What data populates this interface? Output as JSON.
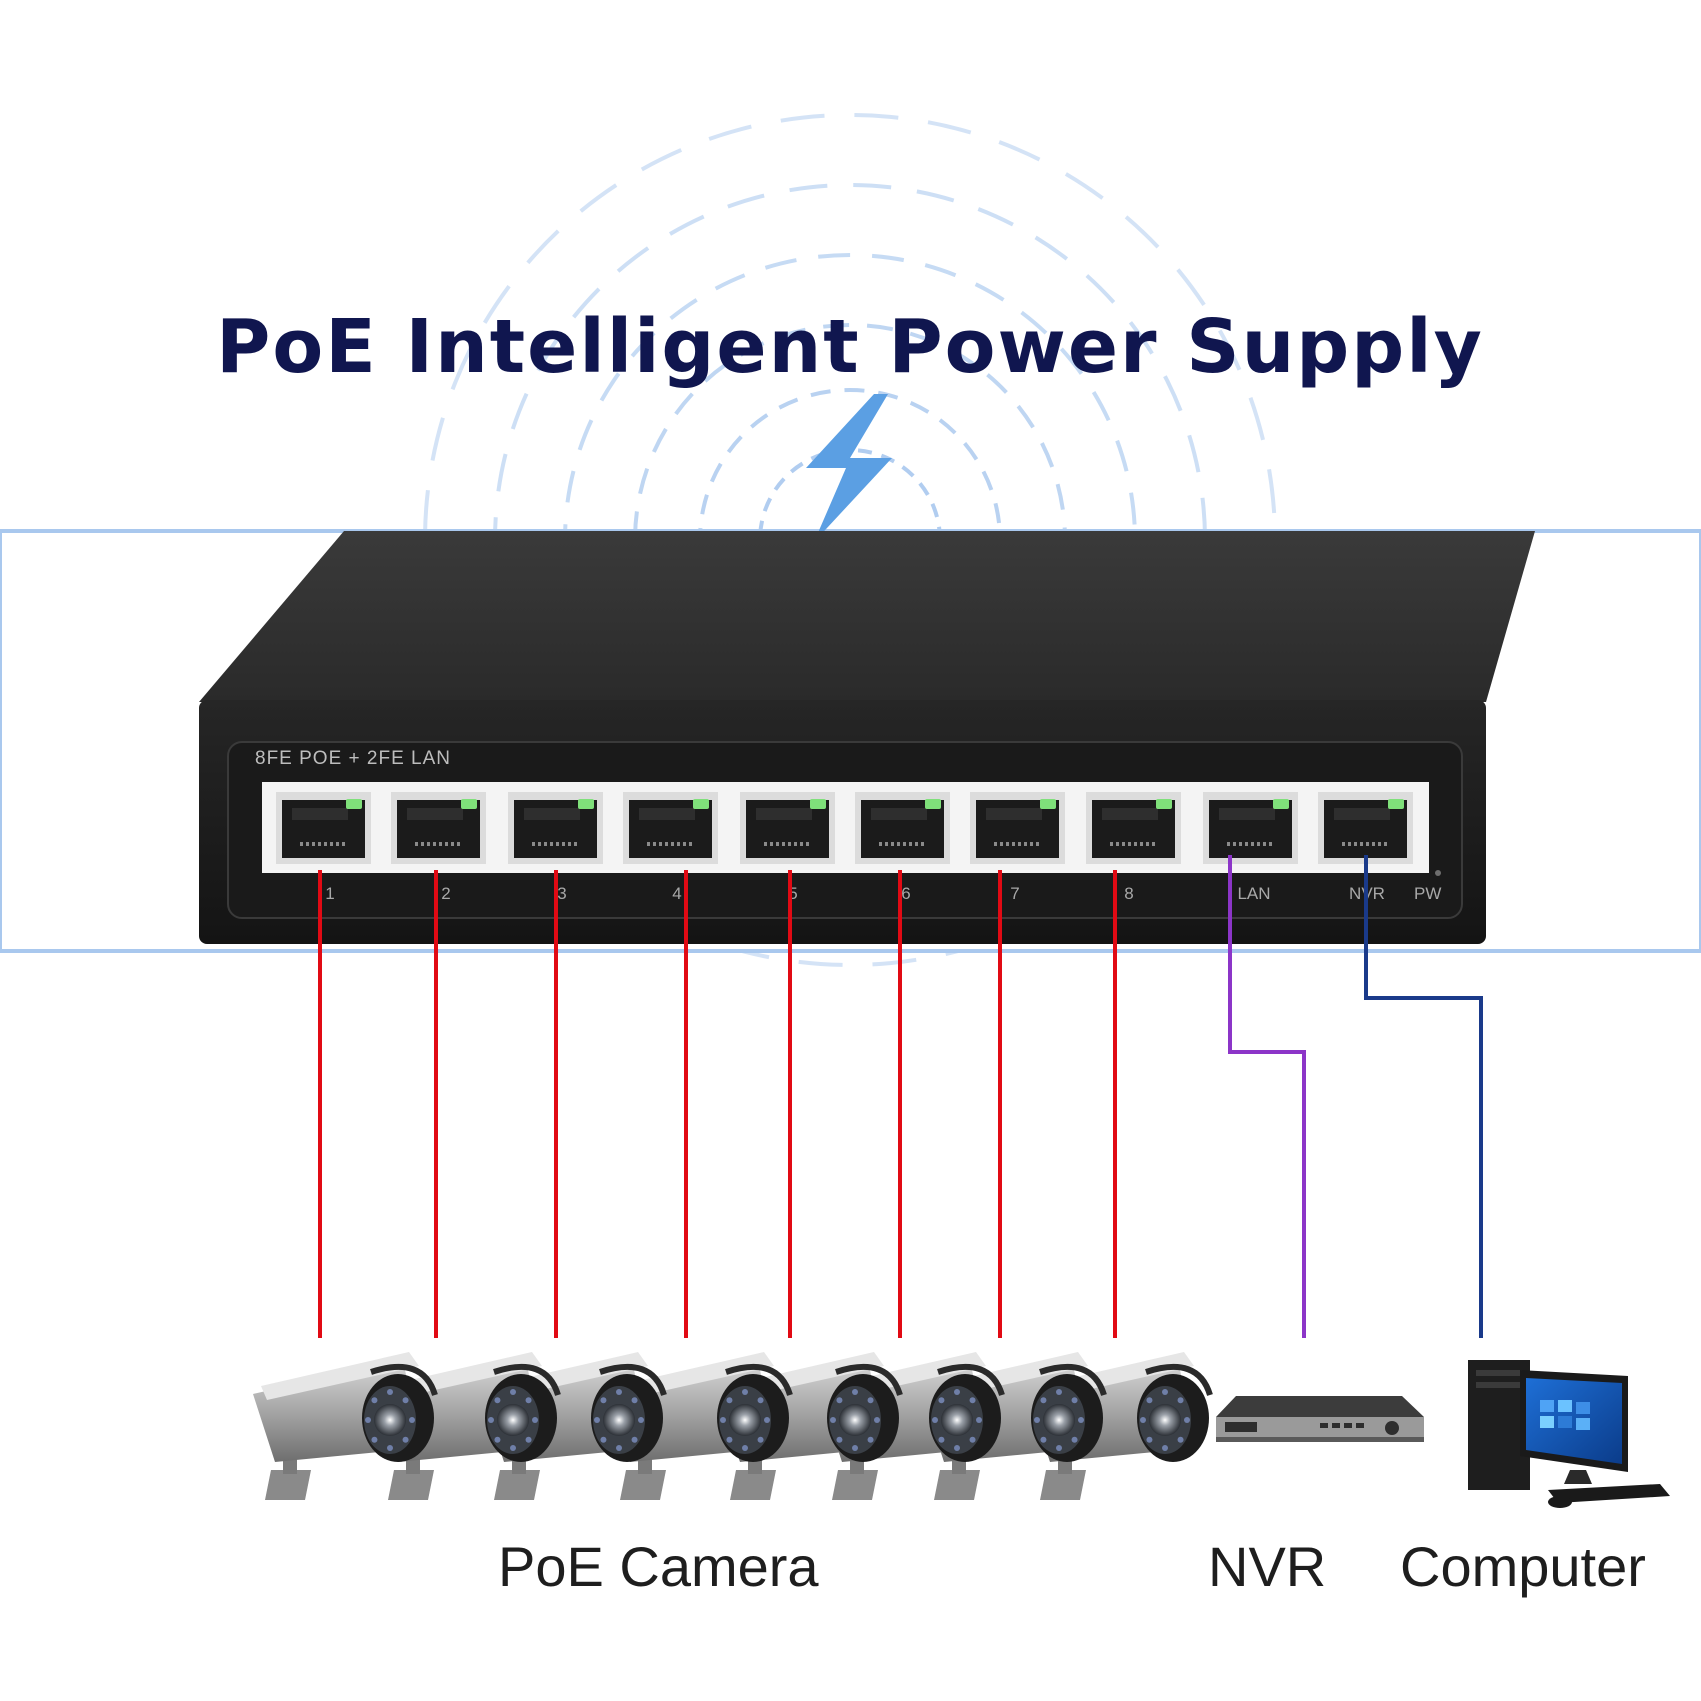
{
  "title": "PoE Intelligent Power Supply",
  "switch": {
    "model_label": "8FE POE + 2FE LAN",
    "ports": [
      "1",
      "2",
      "3",
      "4",
      "5",
      "6",
      "7",
      "8",
      "LAN",
      "NVR"
    ],
    "power_label": "PW"
  },
  "captions": {
    "cameras": "PoE Camera",
    "nvr": "NVR",
    "computer": "Computer"
  },
  "connections": {
    "poe_color": "#e10a14",
    "lan_color": "#8c35c8",
    "nvr_color": "#1a3a8a",
    "camera_count": 8
  },
  "colors": {
    "title": "#10164f",
    "signal_waves": "#a9c8ee",
    "bolt": "#5b9fe3",
    "switch_body": "#1d1d1d"
  },
  "icons": [
    "lightning-bolt-icon",
    "camera-icon",
    "nvr-device-icon",
    "computer-icon"
  ]
}
